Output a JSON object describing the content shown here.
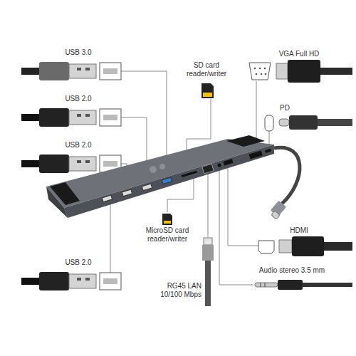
{
  "diagram": {
    "labels": [
      "USB 3.0",
      "SD card reader/writer",
      "VGA Full HD",
      "USB 2.0",
      "PD",
      "USB 2.0",
      "MicroSD card reader/writer",
      "HDMI",
      "USB 2.0",
      "Audio stereo 3.5 mm",
      "RG45 LAN 10/100 Mbps"
    ]
  }
}
